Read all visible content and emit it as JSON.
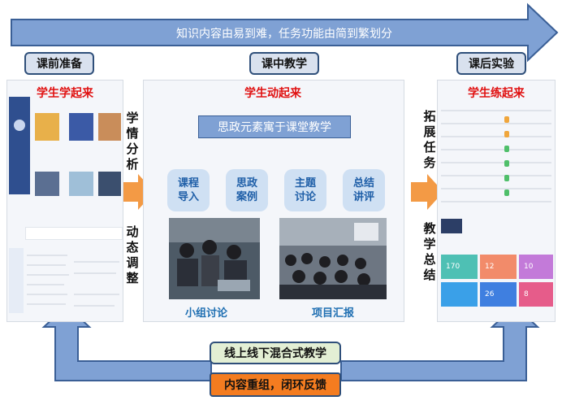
{
  "top_banner": {
    "text": "知识内容由易到难，任务功能由简到繁划分"
  },
  "stages": {
    "pre": {
      "label": "课前准备",
      "title": "学生学起来"
    },
    "in": {
      "label": "课中教学",
      "title": "学生动起来"
    },
    "post": {
      "label": "课后实验",
      "title": "学生练起来"
    }
  },
  "side_labels": {
    "left_top": "学情分析",
    "left_bottom": "动态调整",
    "right_top": "拓展任务",
    "right_bottom": "教学总结"
  },
  "center": {
    "banner": "思政元素寓于课堂教学",
    "steps": [
      {
        "line1": "课程",
        "line2": "导入"
      },
      {
        "line1": "思政",
        "line2": "案例"
      },
      {
        "line1": "主题",
        "line2": "讨论"
      },
      {
        "line1": "总结",
        "line2": "讲评"
      }
    ],
    "photo_captions": [
      "小组讨论",
      "项目汇报"
    ]
  },
  "bottom": {
    "mode_label": "线上线下混合式教学",
    "loop_label": "内容重组，闭环反馈"
  },
  "dashboard_stats": [
    "170",
    "12",
    "10",
    "26",
    "8"
  ],
  "colors": {
    "arrow_blue": "#7fa1d4",
    "arrow_dark": "#3a5f96",
    "orange": "#f39a45",
    "red_title": "#e01010",
    "caption_blue": "#1f6fb2",
    "step_fill": "#cfe0f3"
  }
}
